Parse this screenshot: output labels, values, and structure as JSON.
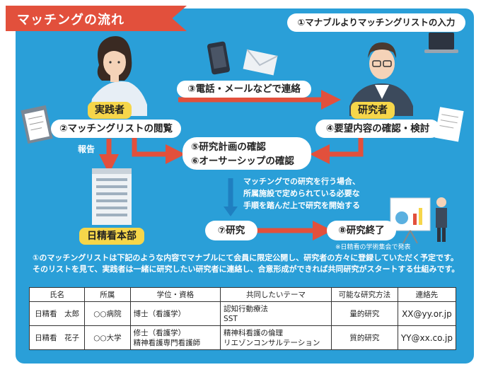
{
  "title": "マッチングの流れ",
  "roles": {
    "practitioner": "実践者",
    "researcher": "研究者"
  },
  "steps": {
    "s1": "①マナブルよりマッチングリストの入力",
    "s2": "②マッチングリストの閲覧",
    "s3": "③電話・メールなどで連絡",
    "s4": "④要望内容の確認・検討",
    "s5": "⑤研究計画の確認",
    "s6": "⑥オーサーシップの確認",
    "s7": "⑦研究",
    "s8": "⑧研究終了"
  },
  "report_label": "報告",
  "hq_label": "日精看本部",
  "note_lines": [
    "マッチングでの研究を行う場合、",
    "所属施設で定められている必要な",
    "手順を踏んだ上で研究を開始する"
  ],
  "presentation_note": "※日精看の学術集会で発表",
  "description": "①のマッチングリストは下記のような内容でマナブルにて会員に限定公開し、研究者の方々に登録していただく予定です。そのリストを見て、実践者は一緒に研究したい研究者に連絡し、合意形成ができれば共同研究がスタートする仕組みです。",
  "table": {
    "headers": [
      "氏名",
      "所属",
      "学位・資格",
      "共同したいテーマ",
      "可能な研究方法",
      "連絡先"
    ],
    "rows": [
      {
        "name": "日精看　太郎",
        "affiliation": "○○病院",
        "degree_1": "博士（看護学）",
        "degree_2": "",
        "theme_1": "認知行動療法",
        "theme_2": "SST",
        "method": "量的研究",
        "contact": "XX@yy.or.jp"
      },
      {
        "name": "日精看　花子",
        "affiliation": "○○大学",
        "degree_1": "修士（看護学）",
        "degree_2": "精神看護専門看護師",
        "theme_1": "精神科看護の倫理",
        "theme_2": "リエゾンコンサルテーション",
        "method": "質的研究",
        "contact": "YY@xx.co.jp"
      }
    ]
  },
  "icons": [
    "practitioner-avatar",
    "researcher-avatar",
    "smartphone-icon",
    "envelope-icon",
    "laptop-icon",
    "clipboard-icon",
    "document-icon",
    "building-icon",
    "presenter-icon"
  ],
  "colors": {
    "panel": "#2a9fd8",
    "arrow": "#e2503c",
    "ribbon": "#e2503c",
    "role_tag": "#f6d64a",
    "down_arrow": "#1f7fc0"
  }
}
